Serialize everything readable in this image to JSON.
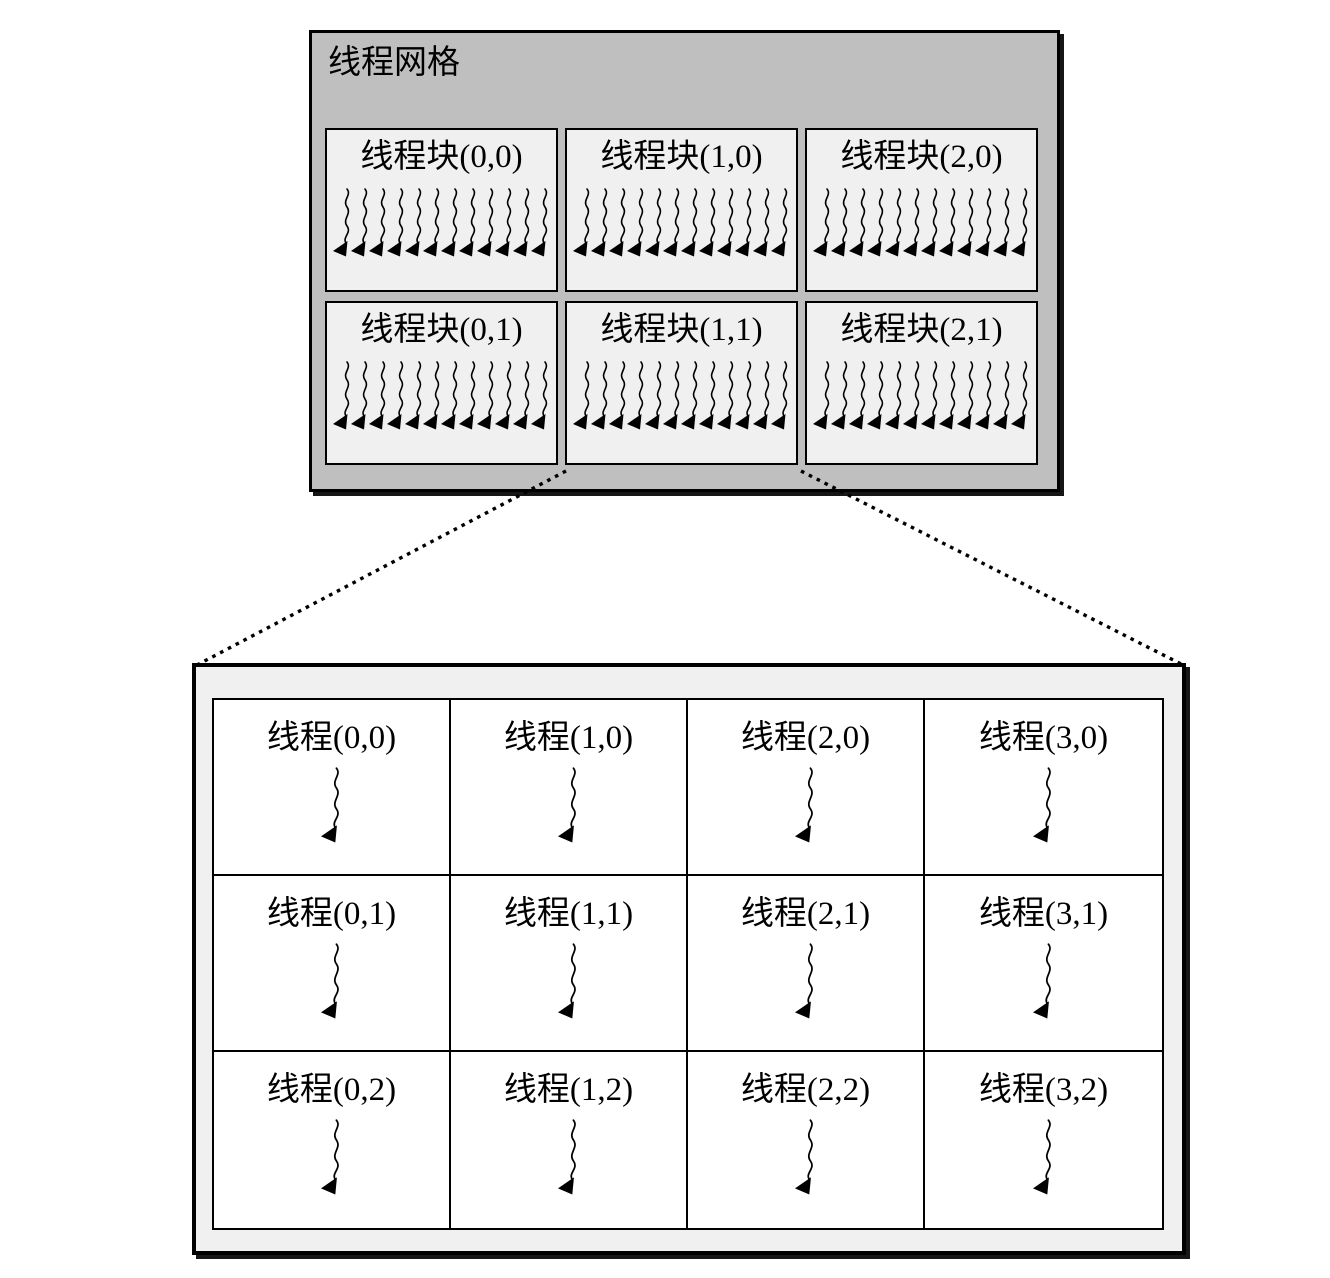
{
  "diagram": {
    "kind": "cuda-thread-hierarchy",
    "colors": {
      "grid_background": "#bfbfbf",
      "block_background": "#f0f0f0",
      "detail_background": "#f0f0f0",
      "cell_background": "#ffffff",
      "line_color": "#000000"
    }
  },
  "grid": {
    "title": "线程网格",
    "threads_per_block_shown": 12,
    "thread_icon": "thread-wavy-arrow-icon",
    "blocks": [
      {
        "label": "线程块(0,0)"
      },
      {
        "label": "线程块(1,0)"
      },
      {
        "label": "线程块(2,0)"
      },
      {
        "label": "线程块(0,1)"
      },
      {
        "label": "线程块(1,1)"
      },
      {
        "label": "线程块(2,1)"
      }
    ]
  },
  "detail": {
    "expanded_block": "线程块(1,1)",
    "thread_icon": "thread-wavy-arrow-icon",
    "threads": [
      {
        "label": "线程(0,0)"
      },
      {
        "label": "线程(1,0)"
      },
      {
        "label": "线程(2,0)"
      },
      {
        "label": "线程(3,0)"
      },
      {
        "label": "线程(0,1)"
      },
      {
        "label": "线程(1,1)"
      },
      {
        "label": "线程(2,1)"
      },
      {
        "label": "线程(3,1)"
      },
      {
        "label": "线程(0,2)"
      },
      {
        "label": "线程(1,2)"
      },
      {
        "label": "线程(2,2)"
      },
      {
        "label": "线程(3,2)"
      }
    ]
  },
  "connector": {
    "style": "dotted",
    "color": "#000000"
  }
}
